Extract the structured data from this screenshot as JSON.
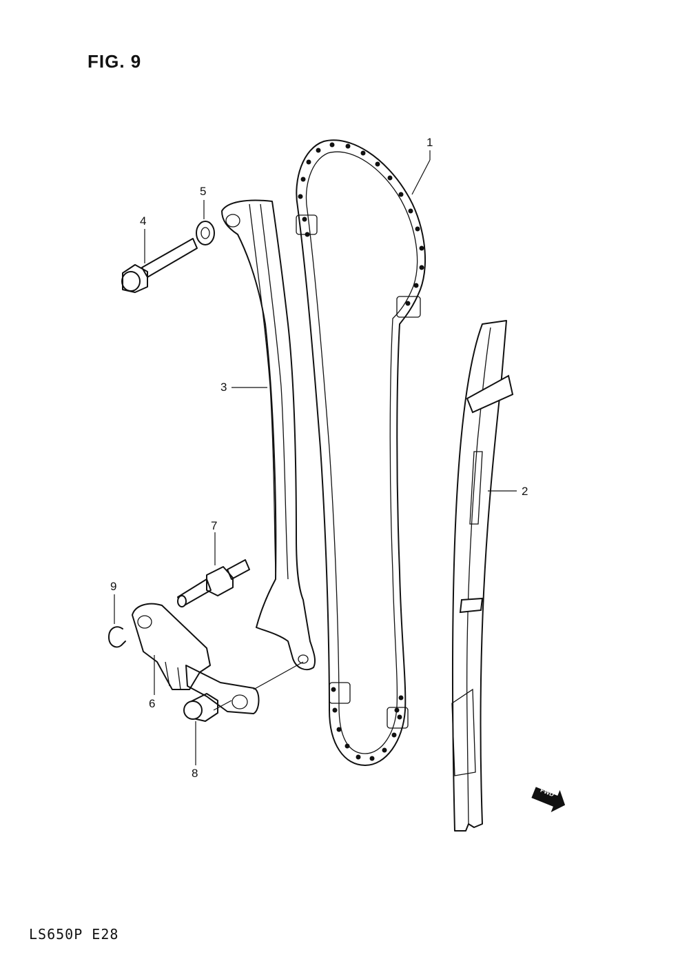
{
  "header": {
    "figure_title": "FIG. 9"
  },
  "footer": {
    "model_code": "LS650P  E28"
  },
  "fwd_badge": {
    "label": "FWD"
  },
  "callouts": {
    "c1": "1",
    "c2": "2",
    "c3": "3",
    "c4": "4",
    "c5": "5",
    "c6": "6",
    "c7": "7",
    "c8": "8",
    "c9": "9"
  },
  "icons": {
    "cam_chain": "cam-chain-icon",
    "chain_guide": "chain-guide-icon",
    "tensioner": "chain-tensioner-icon",
    "bolt": "bolt-icon",
    "washer": "washer-icon",
    "adjuster": "tension-adjuster-icon",
    "stud": "stud-icon",
    "circlip": "circlip-icon",
    "arrow": "fwd-arrow-icon"
  }
}
